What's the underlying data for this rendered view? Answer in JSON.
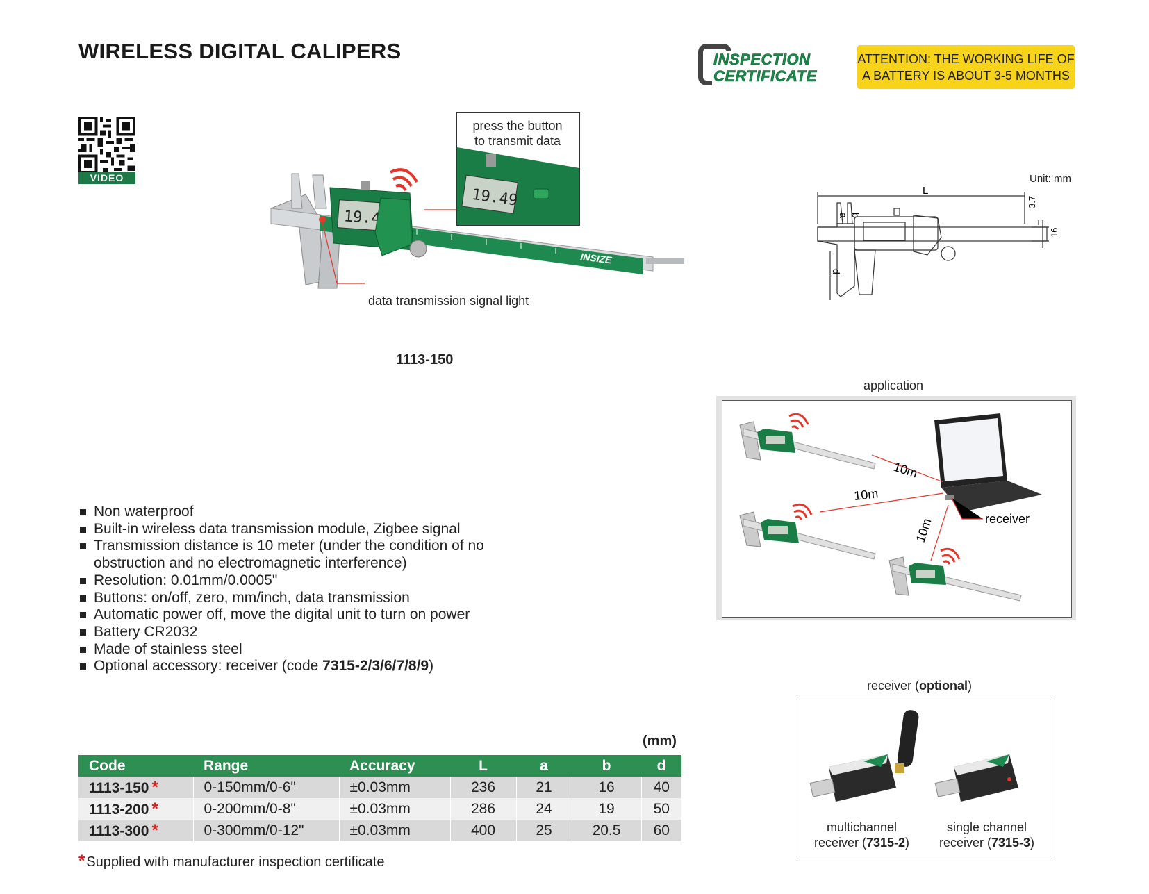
{
  "header": {
    "title": "WIRELESS DIGITAL CALIPERS",
    "certificate_line1": "INSPECTION",
    "certificate_line2": "CERTIFICATE",
    "attention_line1": "ATTENTION: THE WORKING LIFE OF",
    "attention_line2": "A BATTERY IS ABOUT 3-5 MONTHS"
  },
  "video_label": "VIDEO",
  "product_photo": {
    "callout_line1": "press the button",
    "callout_line2": "to transmit data",
    "signal_light_label": "data transmission signal light",
    "display_reading": "19.49",
    "brand": "INSIZE",
    "model": "1113-150"
  },
  "drawing": {
    "unit": "Unit: mm",
    "dim_L": "L",
    "dim_a": "a",
    "dim_b": "b",
    "dim_d": "d",
    "dim_37": "3.7",
    "dim_16": "16"
  },
  "application": {
    "label": "application",
    "dist1": "10m",
    "dist2": "10m",
    "dist3": "10m",
    "receiver": "receiver"
  },
  "features": [
    {
      "text": "Non waterproof"
    },
    {
      "text": "Built-in wireless data transmission module, Zigbee signal"
    },
    {
      "text": "Transmission distance is 10 meter (under the condition of no"
    },
    {
      "text": "obstruction and no electromagnetic interference)"
    },
    {
      "text": "Resolution: 0.01mm/0.0005\""
    },
    {
      "text": "Buttons: on/off, zero, mm/inch, data transmission"
    },
    {
      "text": "Automatic power off, move the digital unit to turn on power"
    },
    {
      "text": "Battery CR2032"
    },
    {
      "text": "Made of stainless steel"
    },
    {
      "text": "Optional accessory: receiver (code ",
      "bold": "7315-2/3/6/7/8/9",
      "after": ")"
    }
  ],
  "receiver_section": {
    "label_prefix": "receiver (",
    "label_bold": "optional",
    "label_suffix": ")",
    "multi_line1": "multichannel",
    "multi_line2_prefix": "receiver (",
    "multi_code": "7315-2",
    "single_line1": "single channel",
    "single_line2_prefix": "receiver (",
    "single_code": "7315-3",
    "close_paren": ")"
  },
  "table": {
    "unit": "(mm)",
    "headers": [
      "Code",
      "Range",
      "Accuracy",
      "L",
      "a",
      "b",
      "d"
    ],
    "rows": [
      {
        "code": "1113-150",
        "range": "0-150mm/0-6\"",
        "accuracy": "±0.03mm",
        "L": "236",
        "a": "21",
        "b": "16",
        "d": "40"
      },
      {
        "code": "1113-200",
        "range": "0-200mm/0-8\"",
        "accuracy": "±0.03mm",
        "L": "286",
        "a": "24",
        "b": "19",
        "d": "50"
      },
      {
        "code": "1113-300",
        "range": "0-300mm/0-12\"",
        "accuracy": "±0.03mm",
        "L": "400",
        "a": "25",
        "b": "20.5",
        "d": "60"
      }
    ],
    "star": "*"
  },
  "footnote": "Supplied with manufacturer inspection certificate",
  "colors": {
    "green": "#2e8f52",
    "yellow": "#f7d31a",
    "red_star": "#d62020"
  }
}
